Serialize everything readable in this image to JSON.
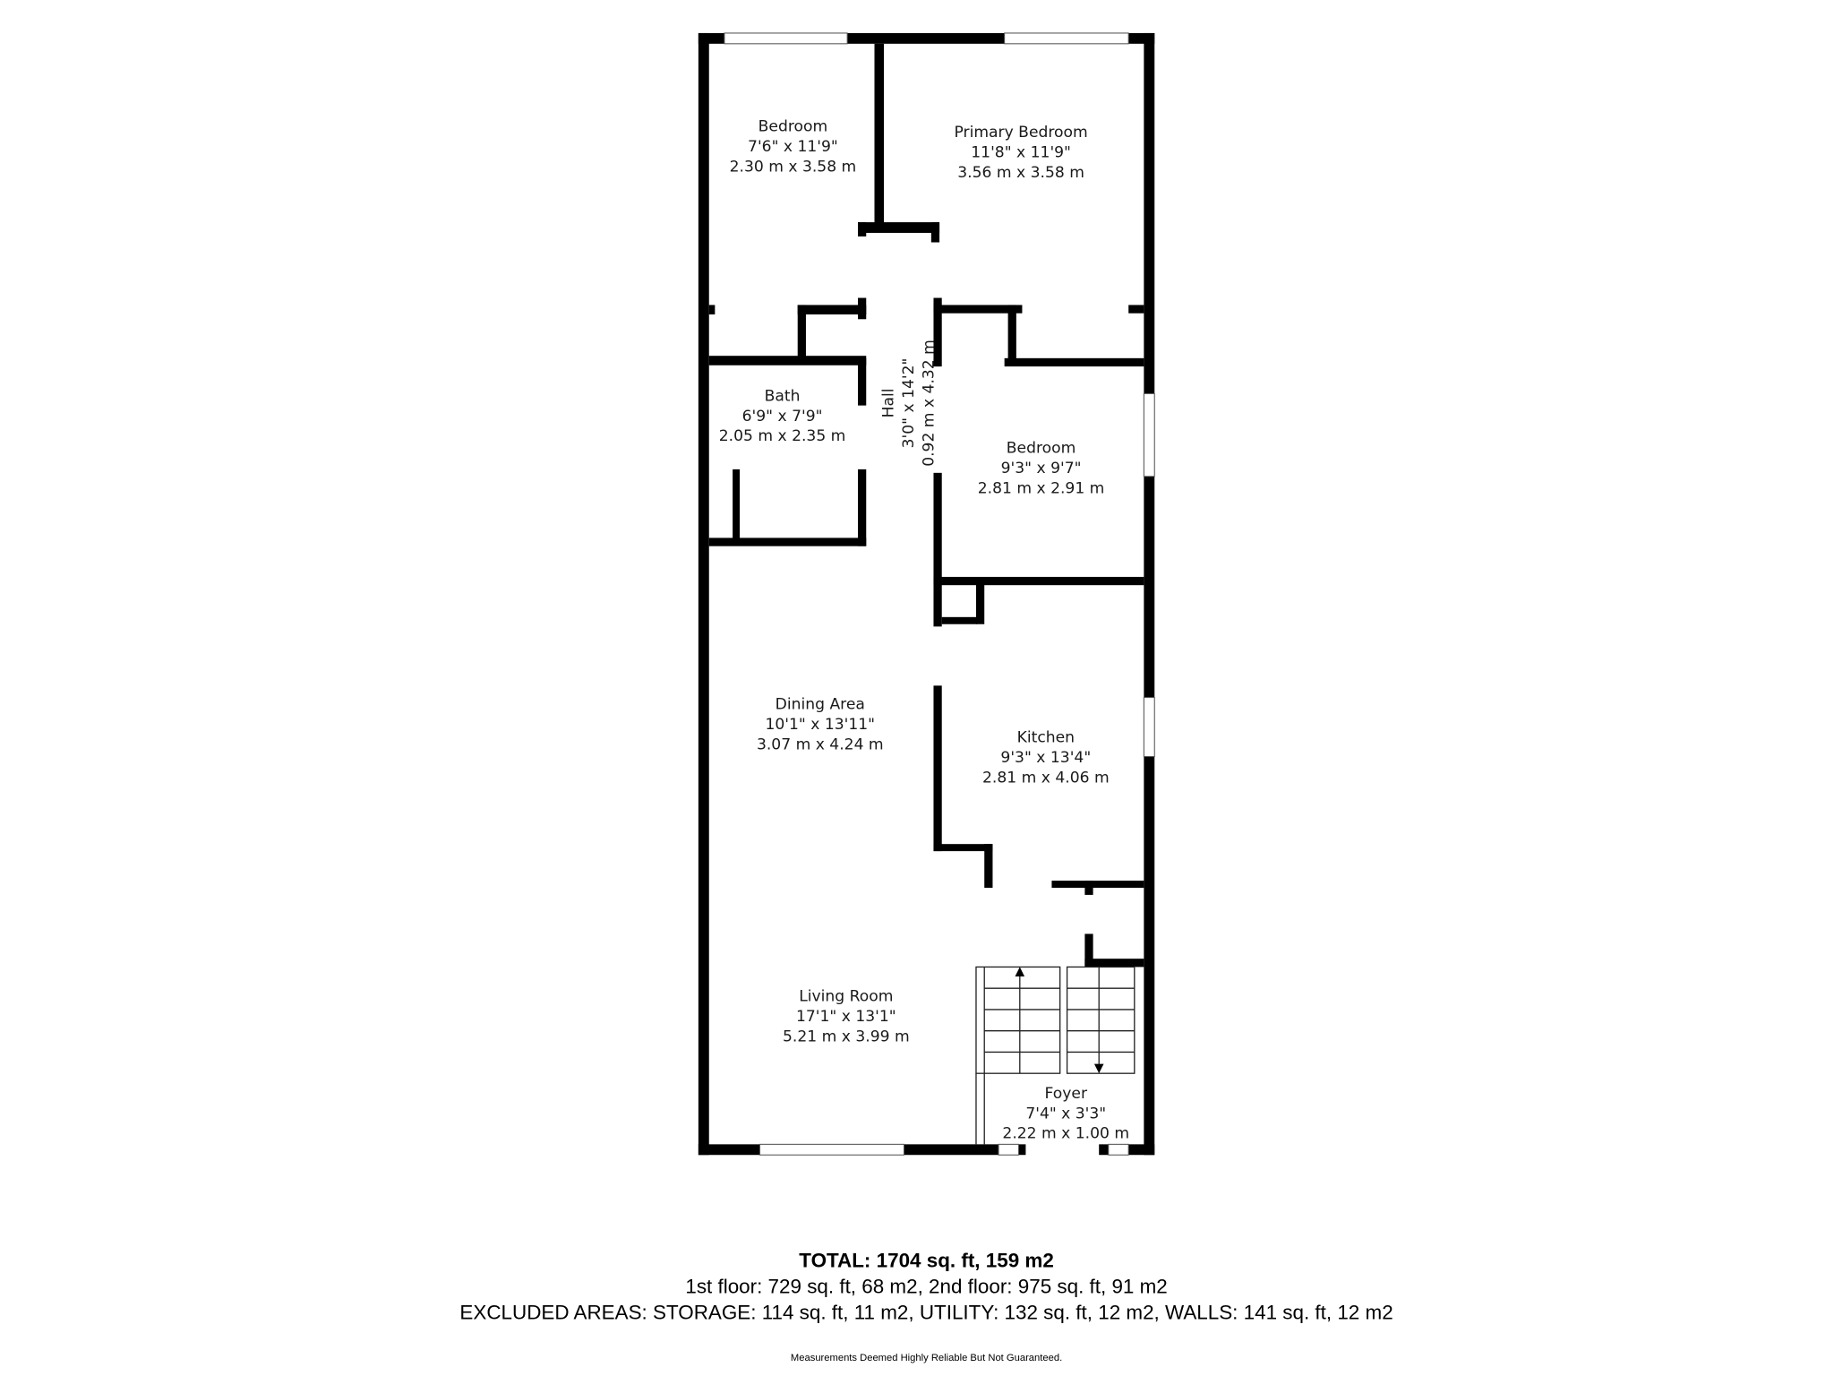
{
  "rooms": [
    {
      "name": "Bedroom",
      "imperial": "7'6\" x 11'9\"",
      "metric": "2.30 m x 3.58 m"
    },
    {
      "name": "Primary Bedroom",
      "imperial": "11'8\" x 11'9\"",
      "metric": "3.56 m x 3.58 m"
    },
    {
      "name": "Bath",
      "imperial": "6'9\" x 7'9\"",
      "metric": "2.05 m x 2.35 m"
    },
    {
      "name": "Hall",
      "imperial": "3'0\" x 14'2\"",
      "metric": "0.92 m x 4.32 m"
    },
    {
      "name": "Bedroom",
      "imperial": "9'3\" x 9'7\"",
      "metric": "2.81 m x 2.91 m"
    },
    {
      "name": "Dining Area",
      "imperial": "10'1\" x 13'11\"",
      "metric": "3.07 m x 4.24 m"
    },
    {
      "name": "Kitchen",
      "imperial": "9'3\" x 13'4\"",
      "metric": "2.81 m x 4.06 m"
    },
    {
      "name": "Living Room",
      "imperial": "17'1\" x 13'1\"",
      "metric": "5.21 m x 3.99 m"
    },
    {
      "name": "Foyer",
      "imperial": "7'4\" x 3'3\"",
      "metric": "2.22 m x 1.00 m"
    }
  ],
  "summary": {
    "total": "TOTAL: 1704 sq. ft, 159 m2",
    "floors": "1st floor: 729 sq. ft, 68 m2, 2nd floor: 975 sq. ft, 91 m2",
    "excluded": "EXCLUDED AREAS: STORAGE: 114 sq. ft, 11 m2, UTILITY: 132 sq. ft, 12 m2, WALLS: 141 sq. ft, 12 m2",
    "disclaimer": "Measurements Deemed Highly Reliable But Not Guaranteed."
  }
}
